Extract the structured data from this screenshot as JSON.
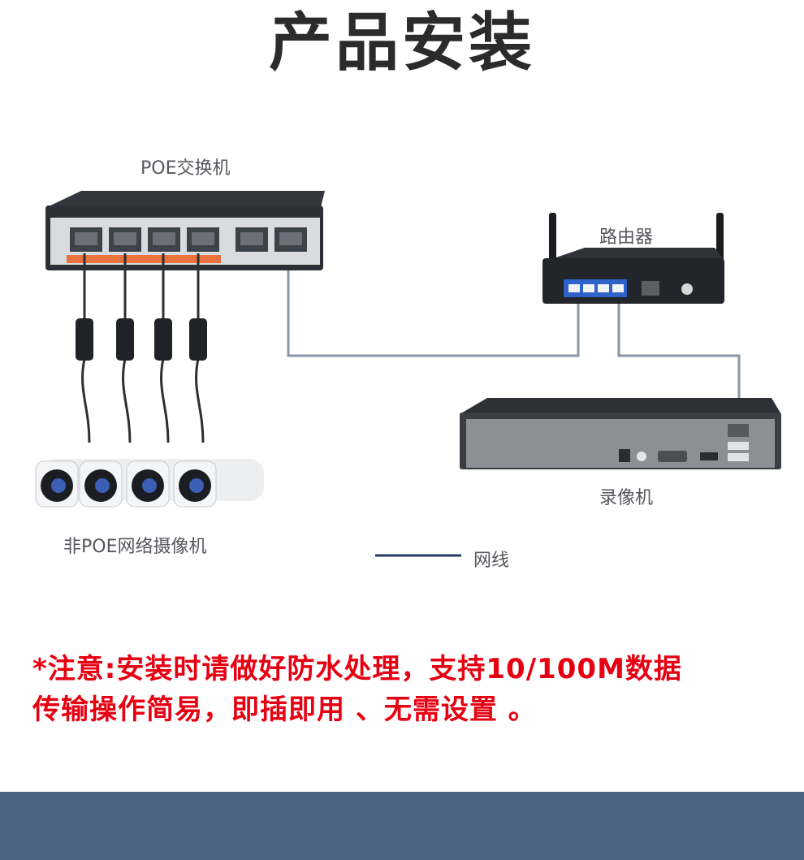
{
  "title": "产品安装",
  "labels": {
    "poe_switch": "POE交换机",
    "router": "路由器",
    "cameras": "非POE网络摄像机",
    "nvr": "录像机",
    "legend": "网线"
  },
  "note": {
    "line1": "*注意:安装时请做好防水处理，支持10/100M数据",
    "line2": "传输操作简易，即插即用 、无需设置 。"
  },
  "colors": {
    "note": "#e60012",
    "cable": "#8a96a8",
    "footer": "#4c6384"
  }
}
